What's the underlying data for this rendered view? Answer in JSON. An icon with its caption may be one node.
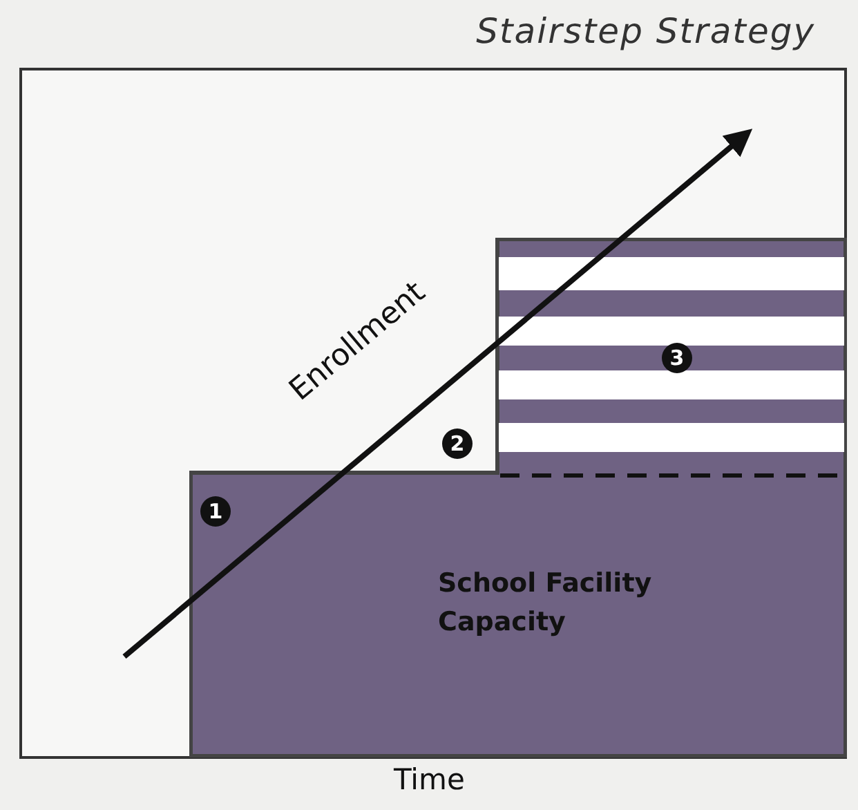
{
  "diagram": {
    "title": "Stairstep Strategy",
    "nodes": [
      {
        "text": [
          "School Facility Capacity"
        ]
      }
    ],
    "labels": [
      "Enrollment",
      "1",
      "2",
      "3",
      "Time"
    ]
  }
}
